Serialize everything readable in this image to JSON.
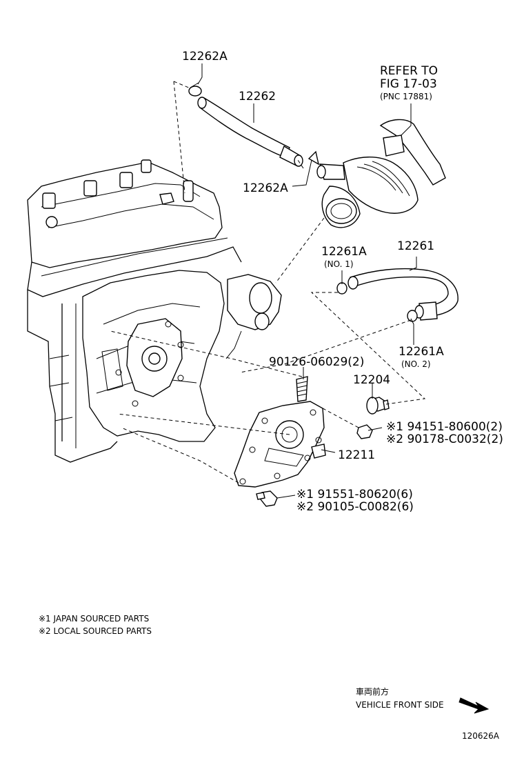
{
  "labels": {
    "p12262A_top": "12262A",
    "p12262": "12262",
    "p12262A_mid": "12262A",
    "refer_line1": "REFER TO",
    "refer_line2": "FIG 17-03",
    "refer_line3": "(PNC 17881)",
    "p12261A_top": "12261A",
    "p12261A_top_sub": "(NO. 1)",
    "p12261": "12261",
    "p12261A_bot": "12261A",
    "p12261A_bot_sub": "(NO. 2)",
    "p90126": "90126-06029(2)",
    "p12204": "12204",
    "p94151": "※1 94151-80600(2)",
    "p90178": "※2 90178-C0032(2)",
    "p12211": "12211",
    "p91551": "※1 91551-80620(6)",
    "p90105": "※2 90105-C0082(6)"
  },
  "notes": {
    "note1": "※1  JAPAN  SOURCED  PARTS",
    "note2": "※2  LOCAL  SOURCED  PARTS"
  },
  "direction": {
    "jp": "車両前方",
    "en": "VEHICLE FRONT SIDE"
  },
  "figure_id": "120626A"
}
